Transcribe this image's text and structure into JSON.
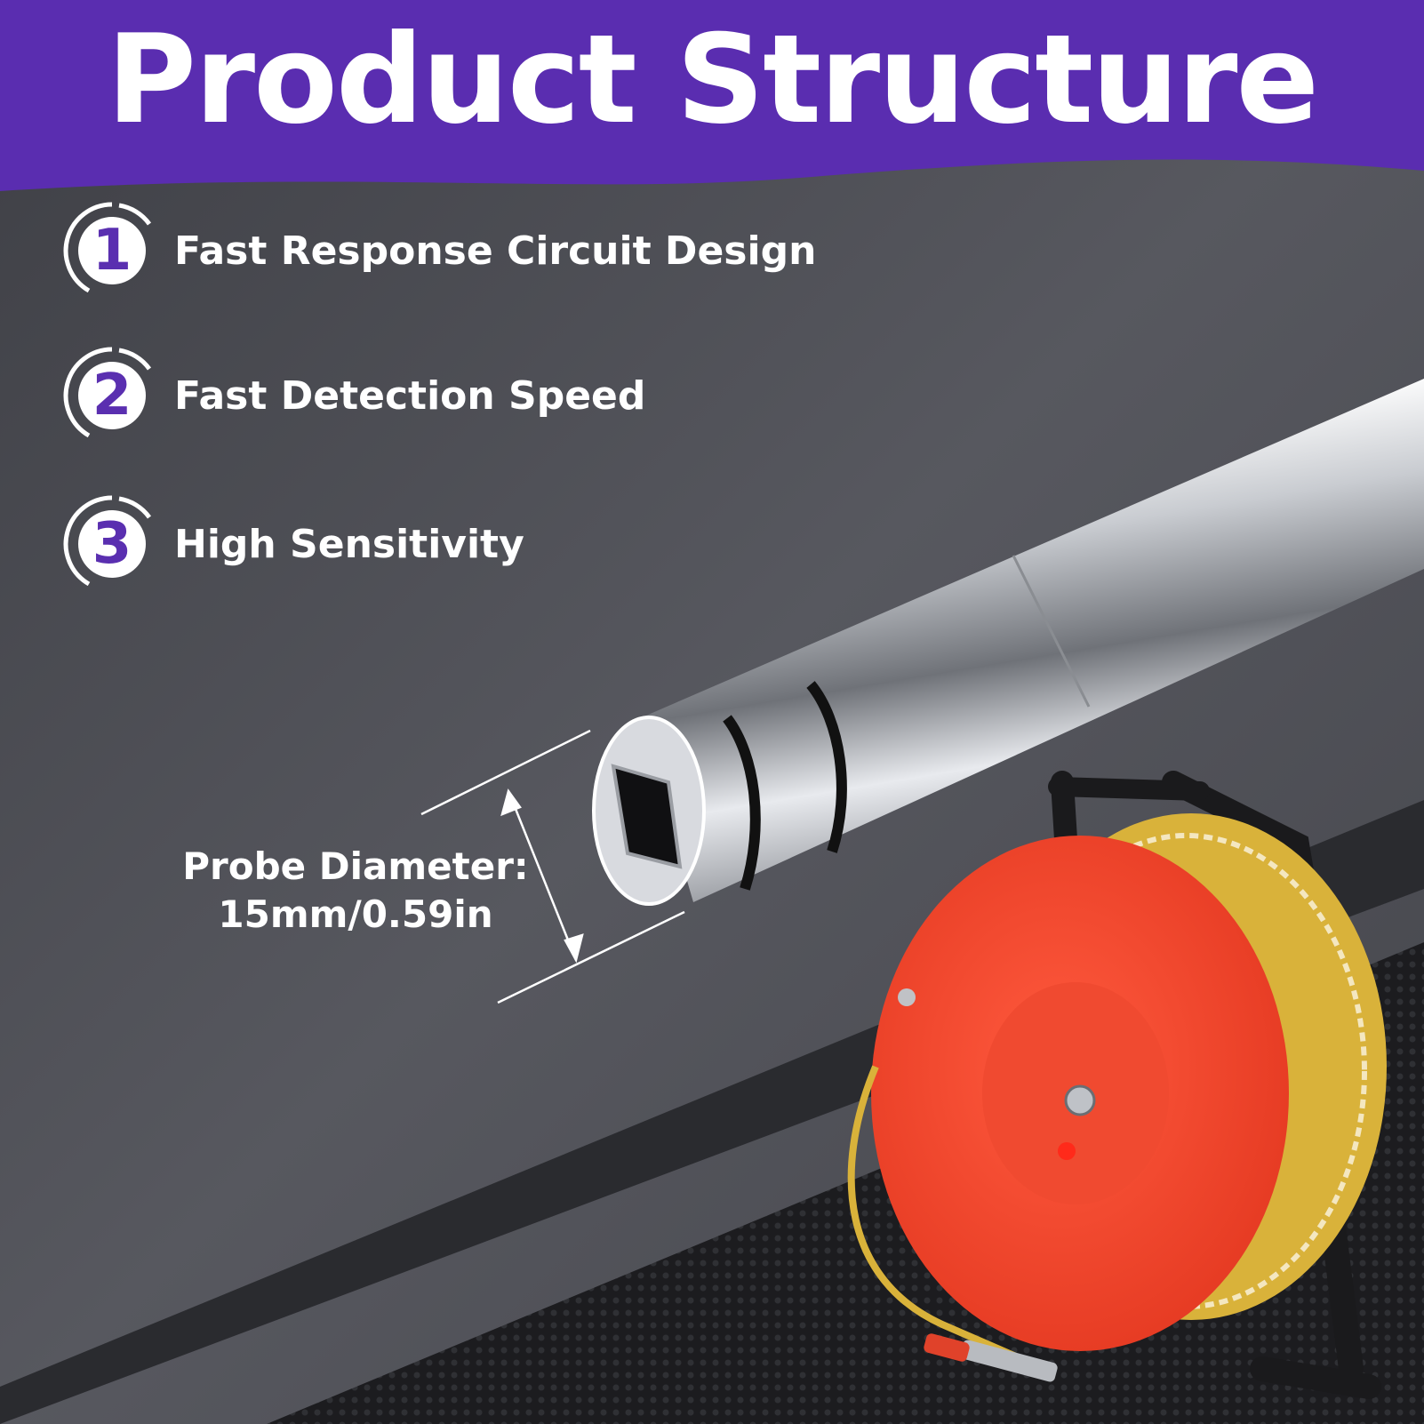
{
  "banner": {
    "title": "Product Structure",
    "color": "#5a2db0"
  },
  "features": [
    {
      "number": "1",
      "label": "Fast Response Circuit Design"
    },
    {
      "number": "2",
      "label": "Fast Detection Speed"
    },
    {
      "number": "3",
      "label": "High Sensitivity"
    }
  ],
  "probe": {
    "diameter_label": "Probe Diameter:",
    "diameter_value": "15mm/0.59in"
  },
  "colors": {
    "accent": "#5a2fb0",
    "reel": "#f2412a",
    "background": "#4a4b52"
  }
}
